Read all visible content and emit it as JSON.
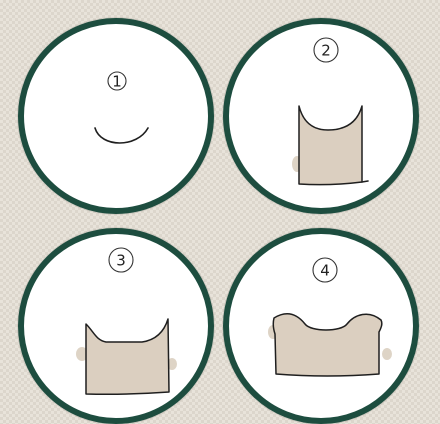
{
  "steps": [
    {
      "number": "1"
    },
    {
      "number": "2"
    },
    {
      "number": "3"
    },
    {
      "number": "4"
    }
  ],
  "colors": {
    "ring": "#1d4d3f",
    "shape_fill": "#dbcfc0",
    "outline": "#1f1f1f",
    "background": "#e8e3da"
  }
}
